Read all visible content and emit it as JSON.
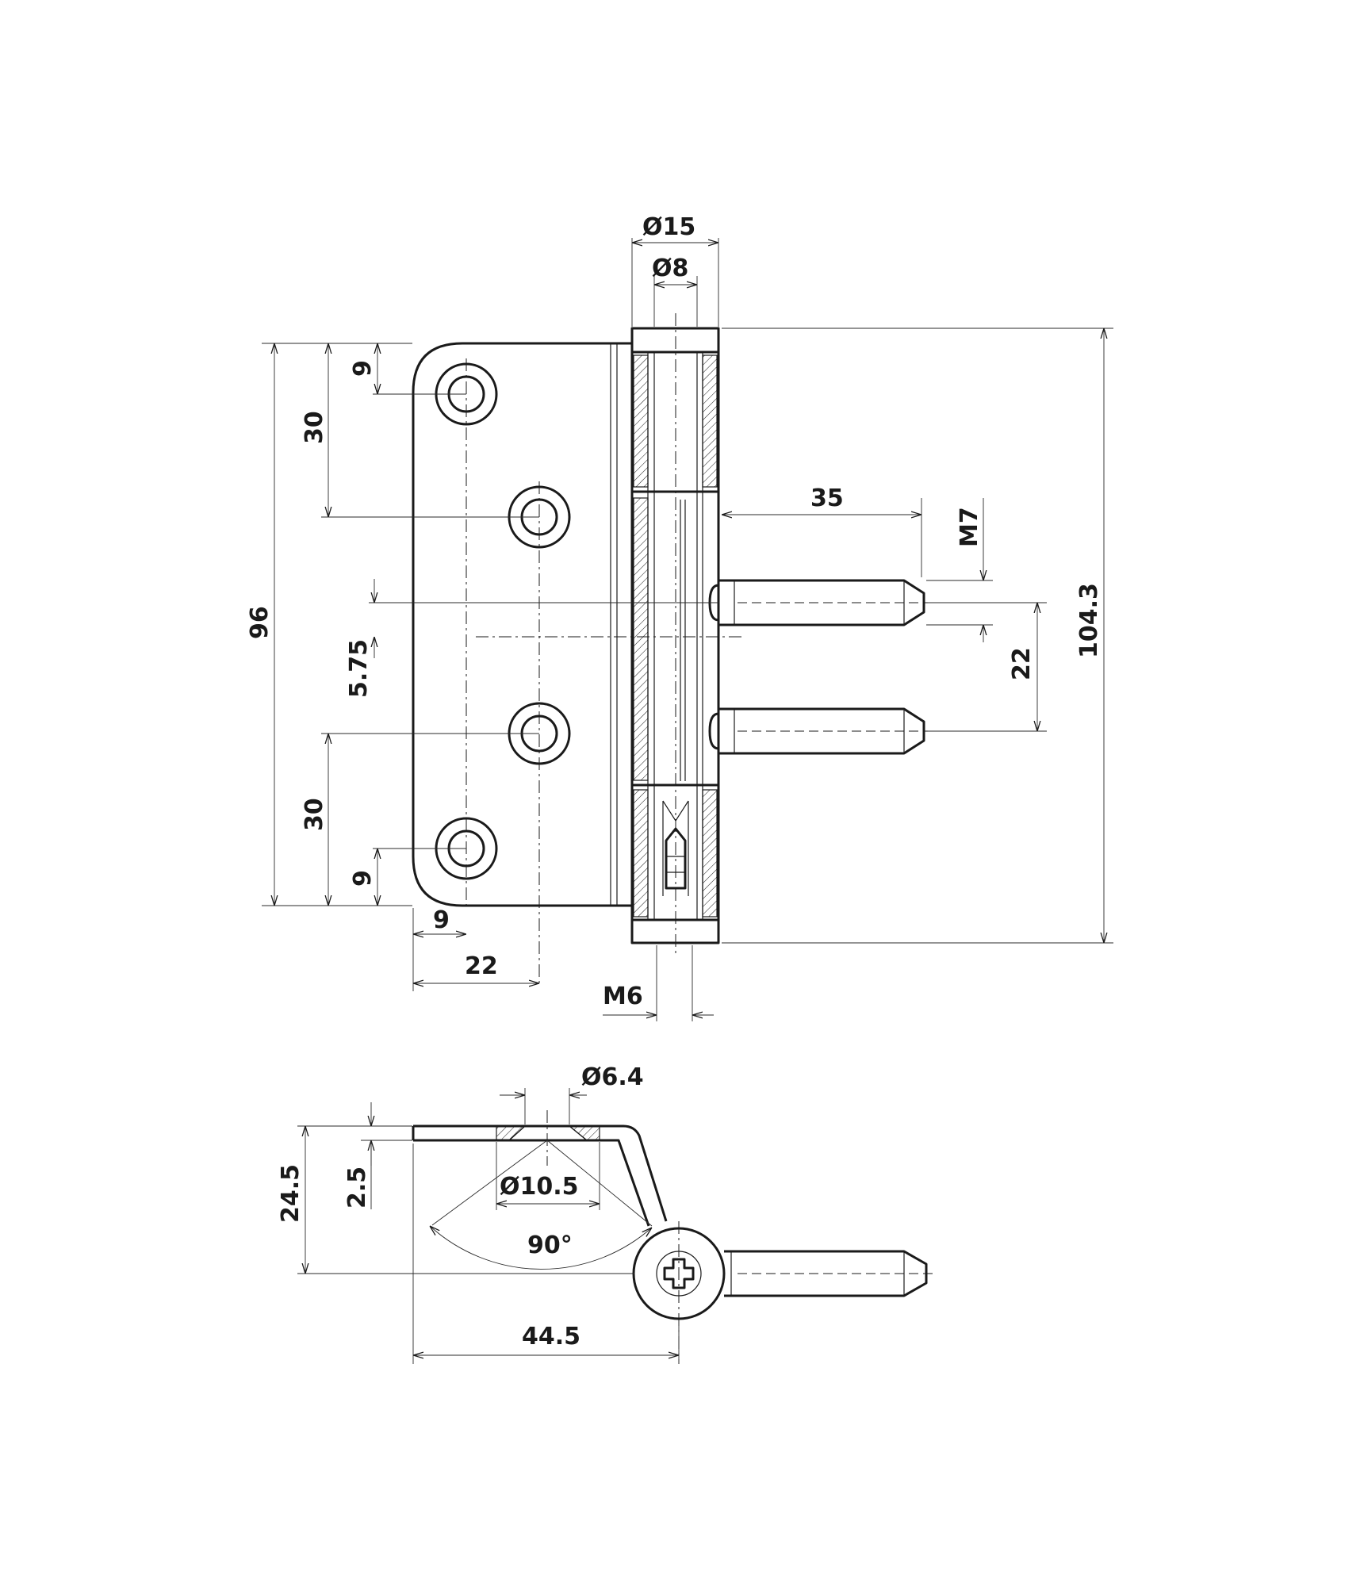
{
  "drawing": {
    "dimensions": {
      "dia_barrel": "Ø15",
      "dia_pin": "Ø8",
      "pin_offset": "35",
      "pin_thread": "M7",
      "pin_spacing": "22",
      "total_height": "104.3",
      "leaf_height": "96",
      "hole_top_offset": "9",
      "hole_spacing_top": "30",
      "center_offset": "5.75",
      "hole_spacing_bottom": "30",
      "hole_bottom_offset": "9",
      "hole_edge_offset": "9",
      "hole_col2_offset": "22",
      "screw_thread": "M6",
      "dia_hole": "Ø6.4",
      "dia_countersink": "Ø10.5",
      "thickness": "2.5",
      "side_height": "24.5",
      "angle": "90°",
      "side_width": "44.5"
    }
  }
}
